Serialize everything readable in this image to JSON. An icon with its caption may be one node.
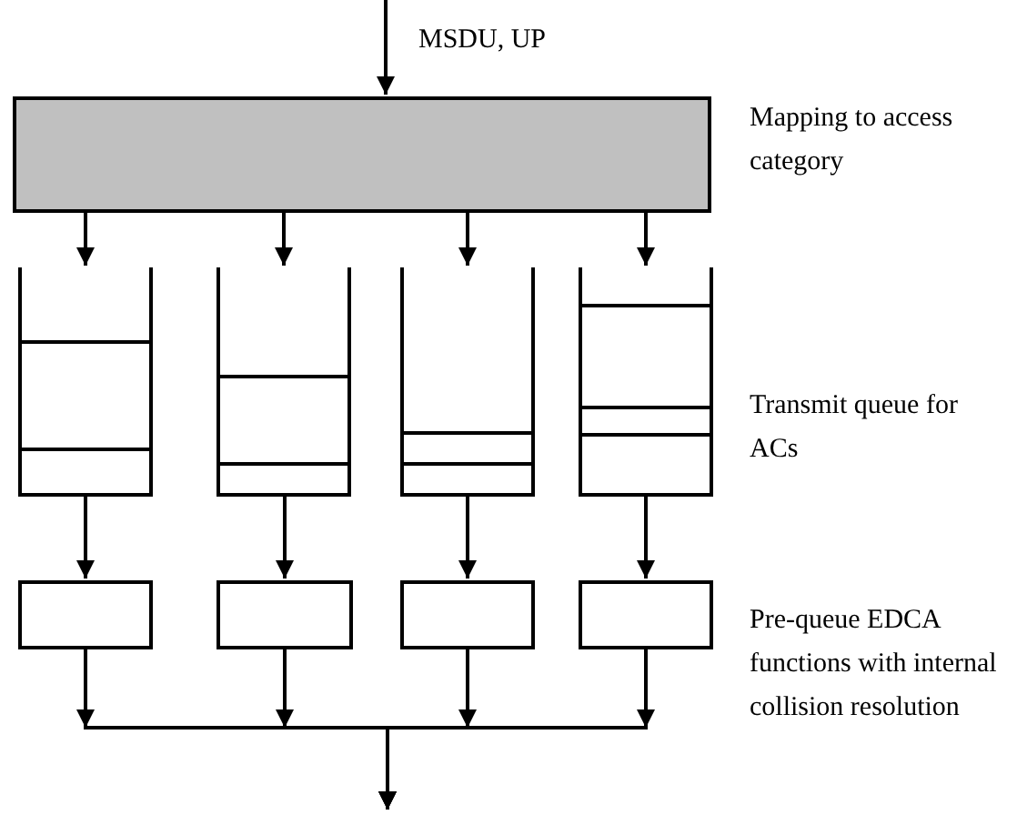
{
  "diagram": {
    "nodes": [
      {
        "text": [],
        "shape": "box",
        "beside": [
          "Mapping to access category"
        ]
      },
      {
        "text": [],
        "shape": "box"
      },
      {
        "text": [],
        "shape": "box"
      },
      {
        "text": [],
        "shape": "box"
      },
      {
        "text": [],
        "shape": "box",
        "beside": [
          "Transmit queue for ACs"
        ]
      },
      {
        "text": [],
        "shape": "box"
      },
      {
        "text": [],
        "shape": "box"
      },
      {
        "text": [],
        "shape": "box"
      },
      {
        "text": [],
        "shape": "box",
        "beside": [
          "Pre-queue EDCA functions with internal collision resolution"
        ]
      }
    ],
    "edges": [
      {
        "from": null,
        "to": 0,
        "arrow": "to",
        "label": "MSDU, UP"
      },
      {
        "from": 0,
        "to": 1,
        "arrow": "to"
      },
      {
        "from": 0,
        "to": 2,
        "arrow": "to"
      },
      {
        "from": 0,
        "to": 3,
        "arrow": "to"
      },
      {
        "from": 0,
        "to": 4,
        "arrow": "to"
      },
      {
        "from": 1,
        "to": 5,
        "arrow": "to"
      },
      {
        "from": 2,
        "to": 6,
        "arrow": "to"
      },
      {
        "from": 3,
        "to": 7,
        "arrow": "to"
      },
      {
        "from": 4,
        "to": 8,
        "arrow": "to"
      },
      {
        "from": 5,
        "to": null,
        "arrow": "to"
      },
      {
        "from": 6,
        "to": null,
        "arrow": "to"
      },
      {
        "from": 7,
        "to": null,
        "arrow": "to"
      },
      {
        "from": 8,
        "to": null,
        "arrow": "to"
      }
    ]
  }
}
